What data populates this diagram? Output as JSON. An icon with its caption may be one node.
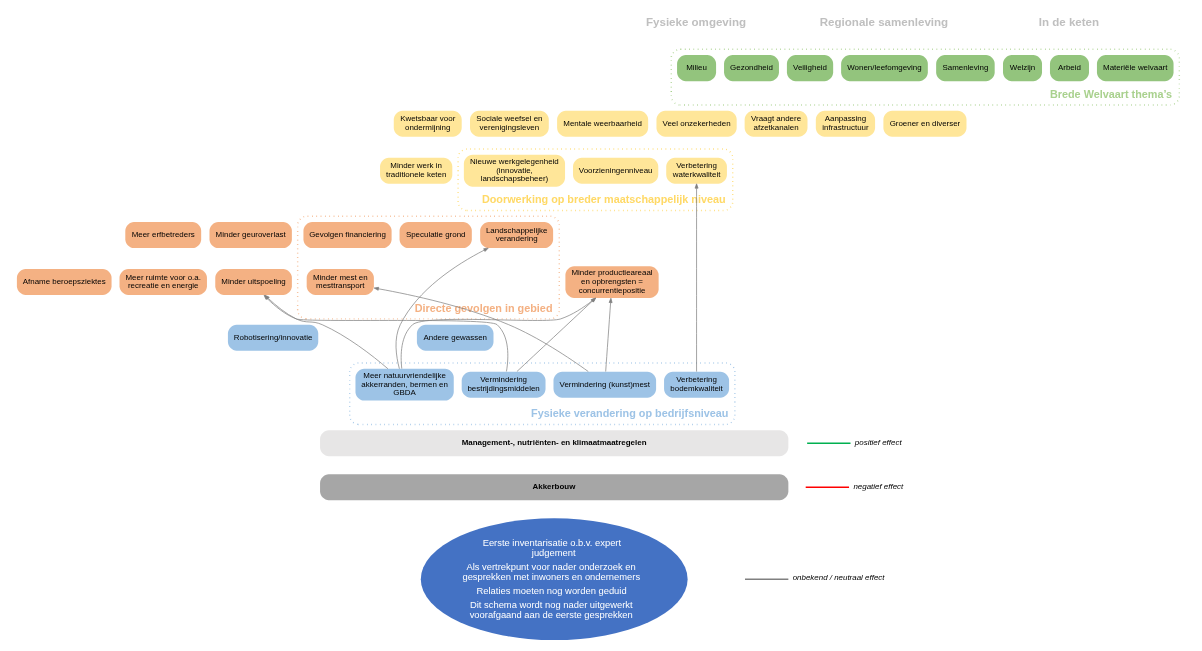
{
  "diagram": {
    "nodes": [
      {
        "text": [
          "Brede Welvaart thema’s"
        ]
      },
      {
        "text": [
          "Milieu"
        ],
        "in": 0
      },
      {
        "text": [
          "Gezondheid"
        ],
        "in": 0
      },
      {
        "text": [
          "Veiligheid"
        ],
        "in": 0
      },
      {
        "text": [
          "Wonen/leefomgeving"
        ],
        "in": 0
      },
      {
        "text": [
          "Samenleving"
        ],
        "in": 0
      },
      {
        "text": [
          "Welzijn"
        ],
        "in": 0
      },
      {
        "text": [
          "Arbeid"
        ],
        "in": 0
      },
      {
        "text": [
          "Materiële welvaart"
        ],
        "in": 0
      },
      {
        "text": [
          "Kwetsbaar voor ondermijning"
        ]
      },
      {
        "text": [
          "Sociale weefsel en verenigingsleven"
        ]
      },
      {
        "text": [
          "Mentale weerbaarheid"
        ]
      },
      {
        "text": [
          "Veel onzekerheden"
        ]
      },
      {
        "text": [
          "Vraagt andere afzetkanalen"
        ]
      },
      {
        "text": [
          "Doorwerking op breder maatschappelijk niveau"
        ]
      },
      {
        "text": [
          "Aanpassing infrastructuur"
        ]
      },
      {
        "text": [
          "Voorzieningenniveau"
        ],
        "in": 14
      },
      {
        "text": [
          "Nieuwe werkgelegenheid (innovatie, landschapsbeheer)"
        ],
        "in": 14
      },
      {
        "text": [
          "Verbetering waterkwaliteit"
        ],
        "in": 14
      },
      {
        "text": [
          "Minder werk in traditionele keten"
        ]
      },
      {
        "text": [
          "Groener en diverser"
        ]
      },
      {
        "text": [
          "Directe gevolgen in gebied"
        ]
      },
      {
        "text": [
          "Minder geuroverlast"
        ]
      },
      {
        "text": [
          "Meer erfbetreders"
        ]
      },
      {
        "text": [
          "Minder mest en mesttransport"
        ],
        "in": 21
      },
      {
        "text": [
          "Landschappelijke verandering"
        ],
        "in": 21
      },
      {
        "text": [
          "Speculatie grond"
        ],
        "in": 21
      },
      {
        "text": [
          "Gevolgen financiering"
        ],
        "in": 21
      },
      {
        "text": [
          "Minder productieareaal en opbrengsten = concurrentiepositie"
        ]
      },
      {
        "text": [
          "Afname beroepsziektes"
        ]
      },
      {
        "text": [
          "Meer ruimte voor o.a. recreatie en energie"
        ]
      },
      {
        "text": [
          "Minder uitspoeling"
        ]
      },
      {
        "text": [
          "Robotisering/innovatie"
        ]
      },
      {
        "text": [
          "Andere gewassen"
        ]
      },
      {
        "text": [
          "Fysieke verandering op bedrijfsniveau"
        ]
      },
      {
        "text": [
          "Meer natuurvriendelijke akkerranden, bermen en GBDA"
        ],
        "in": 34
      },
      {
        "text": [
          "Verbetering bodemkwaliteit"
        ],
        "in": 34
      },
      {
        "text": [
          "Vermindering bestrijdingsmiddelen"
        ],
        "in": 34
      },
      {
        "text": [
          "Vermindering (kunst)mest"
        ],
        "in": 34
      },
      {
        "text": [
          "Management-, nutriënten- en klimaatmaatregelen"
        ]
      },
      {
        "text": [
          "Akkerbouw"
        ]
      },
      {
        "text": [
          "Eerste inventarisatie o.b.v. expert judgement",
          "Als vertrekpunt voor nader onderzoek en gesprekken met inwoners en ondernemers",
          "Relaties moeten nog worden geduid",
          "Dit schema wordt nog nader uitgewerkt voorafgaand aan de eerste gesprekken"
        ]
      }
    ],
    "edges": [
      {
        "from": 35,
        "to": 31,
        "arrow": "to"
      },
      {
        "from": 35,
        "to": 25,
        "arrow": "to"
      },
      {
        "from": 35,
        "to": 28,
        "arrow": "to"
      },
      {
        "from": 36,
        "to": 18,
        "arrow": "to"
      },
      {
        "from": 38,
        "to": 24,
        "arrow": "to"
      },
      {
        "from": 38,
        "to": 28,
        "arrow": "to"
      },
      {
        "from": 37,
        "to": 31,
        "arrow": "to"
      },
      {
        "from": 37,
        "to": 28,
        "arrow": "to"
      }
    ],
    "labels": [
      "Fysieke omgeving",
      "Regionale samenleving",
      "In de keten"
    ],
    "legend": [
      {
        "text": "positief effect"
      },
      {
        "text": "negatief effect"
      },
      {
        "text": "onbekend / neutraal effect"
      }
    ]
  }
}
